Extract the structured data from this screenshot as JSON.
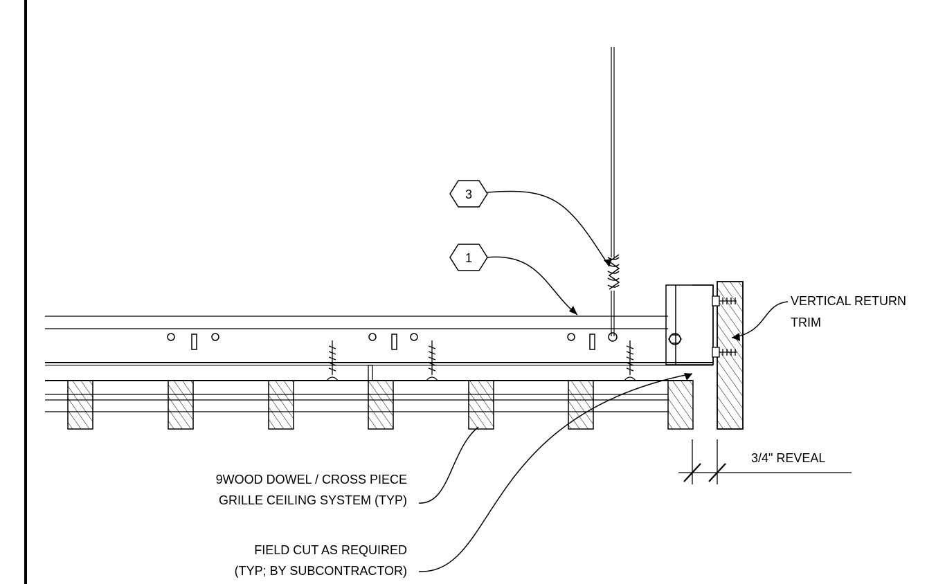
{
  "tags": [
    {
      "id": "tag-3",
      "text": "3"
    },
    {
      "id": "tag-1",
      "text": "1"
    }
  ],
  "labels": {
    "vertical_return_line1": "VERTICAL RETURN",
    "vertical_return_line2": "TRIM",
    "reveal": "3/4\" REVEAL",
    "dowel_line1": "9WOOD DOWEL / CROSS PIECE",
    "dowel_line2": "GRILLE CEILING SYSTEM (TYP)",
    "field_cut_line1": "FIELD CUT AS REQUIRED",
    "field_cut_line2": "(TYP; BY SUBCONTRACTOR)"
  }
}
